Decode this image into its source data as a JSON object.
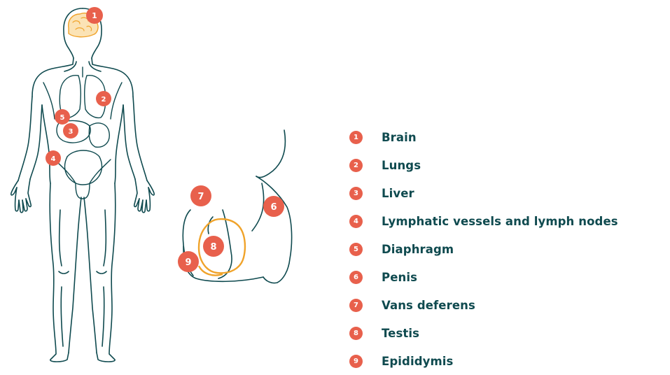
{
  "colors": {
    "outline": "#0f4a4f",
    "accent": "#e8604c",
    "highlight": "#f0a32a",
    "text": "#0f4a4f"
  },
  "legend": [
    {
      "number": "1",
      "label": "Brain"
    },
    {
      "number": "2",
      "label": "Lungs"
    },
    {
      "number": "3",
      "label": "Liver"
    },
    {
      "number": "4",
      "label": "Lymphatic vessels and lymph nodes"
    },
    {
      "number": "5",
      "label": "Diaphragm"
    },
    {
      "number": "6",
      "label": "Penis"
    },
    {
      "number": "7",
      "label": "Vans deferens"
    },
    {
      "number": "8",
      "label": "Testis"
    },
    {
      "number": "9",
      "label": "Epididymis"
    }
  ],
  "body_markers": [
    "1",
    "2",
    "5",
    "3",
    "4"
  ],
  "detail_markers": [
    "7",
    "6",
    "8",
    "9"
  ]
}
